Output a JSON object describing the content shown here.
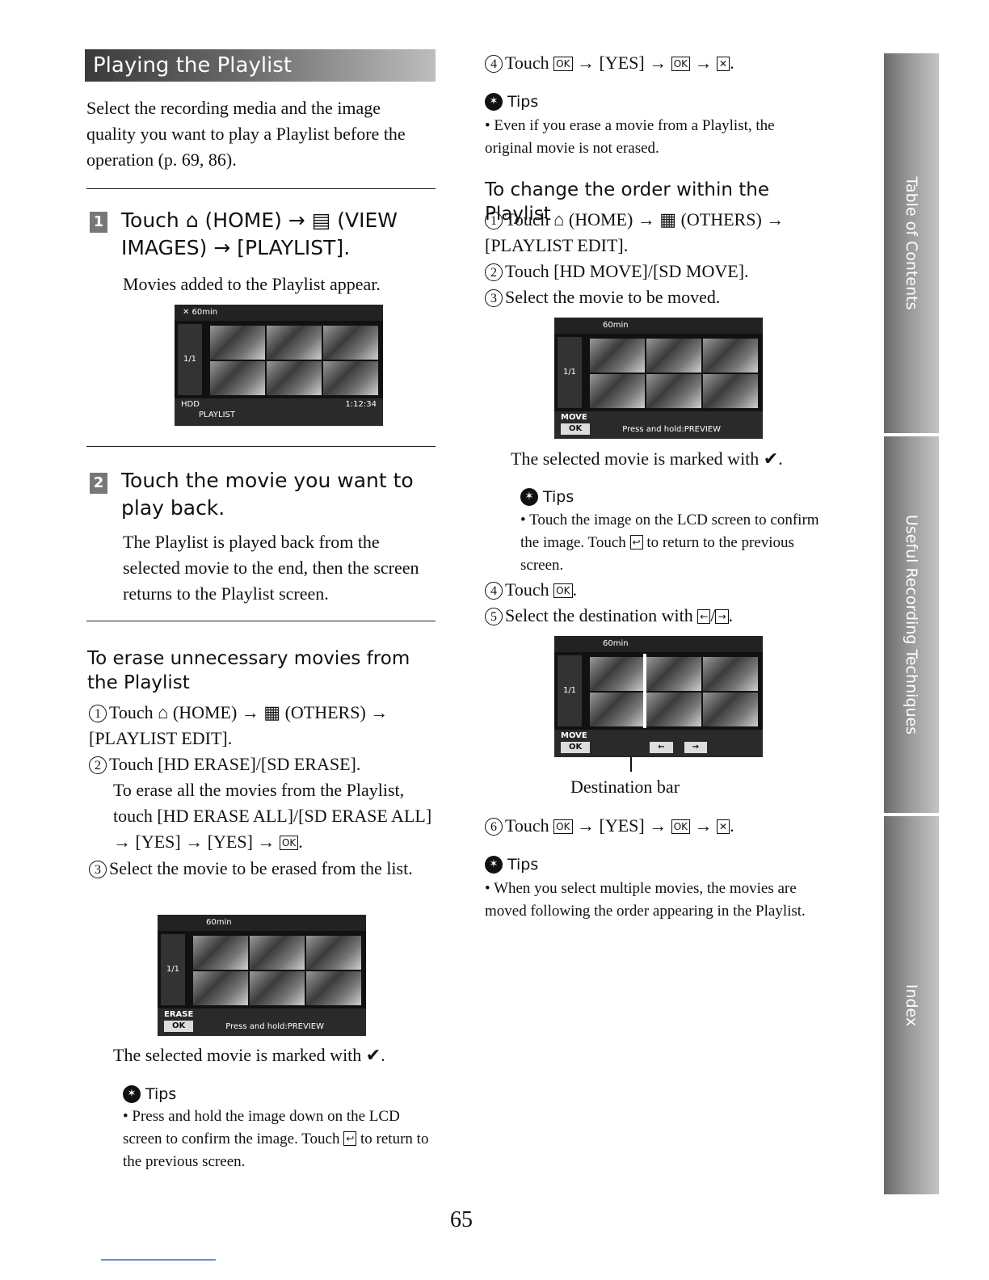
{
  "title": "Playing the Playlist",
  "intro": "Select the recording media and the image quality you want to play a Playlist before the operation (p. 69, 86).",
  "step1": {
    "num": "1",
    "text": "Touch ⌂ (HOME) → ▤ (VIEW IMAGES) → [PLAYLIST].",
    "sub": "Movies added to the Playlist appear.",
    "screen": {
      "top": "✕  60min",
      "page": "1/1",
      "media": "HDD",
      "time": "1:12:34",
      "label": "PLAYLIST"
    }
  },
  "step2": {
    "num": "2",
    "text": "Touch the movie you want to play back.",
    "sub": "The Playlist is played back from the selected movie to the end, then the screen returns to the Playlist screen."
  },
  "erase": {
    "heading": "To erase unnecessary movies from the Playlist",
    "i1": "Touch ⌂ (HOME) → ▦ (OTHERS) → [PLAYLIST EDIT].",
    "i2": "Touch [HD ERASE]/[SD ERASE].",
    "i2b": "To erase all the movies from the Playlist, touch [HD ERASE ALL]/[SD ERASE ALL] → [YES] → [YES] →",
    "i3": "Select the movie to be erased from the list.",
    "screen": {
      "top": "60min",
      "page": "1/1",
      "mode": "ERASE",
      "hint": "Press and hold:PREVIEW"
    },
    "marked": "The selected movie is marked with ✔.",
    "tips_label": "Tips",
    "tip": "Press and hold the image down on the LCD screen to confirm the image. Touch",
    "tip_end": "to return to the previous screen."
  },
  "right": {
    "step4_top": "Touch",
    "step4_seq": "→ [YES] →",
    "tips_label": "Tips",
    "tip_top": "Even if you erase a movie from a Playlist, the original movie is not erased.",
    "order_heading": "To change the order within the Playlist",
    "o1": "Touch ⌂ (HOME) → ▦ (OTHERS) → [PLAYLIST EDIT].",
    "o2": "Touch [HD MOVE]/[SD MOVE].",
    "o3": "Select the movie to be moved.",
    "screen1": {
      "top": "60min",
      "page": "1/1",
      "mode": "MOVE",
      "hint": "Press and hold:PREVIEW"
    },
    "marked": "The selected movie is marked with ✔.",
    "tip_mid": "Touch the image on the LCD screen to confirm the image. Touch",
    "tip_mid_end": "to return to the previous screen.",
    "o4": "Touch",
    "o5": "Select the destination with",
    "screen2": {
      "top": "60min",
      "page": "1/1",
      "mode": "MOVE"
    },
    "dest_label": "Destination bar",
    "o6": "Touch",
    "tip_bottom": "When you select multiple movies, the movies are moved following the order appearing in the Playlist."
  },
  "ok_label": "OK",
  "tabs": [
    "Table of Contents",
    "Useful Recording Techniques",
    "Index"
  ],
  "page_number": "65"
}
